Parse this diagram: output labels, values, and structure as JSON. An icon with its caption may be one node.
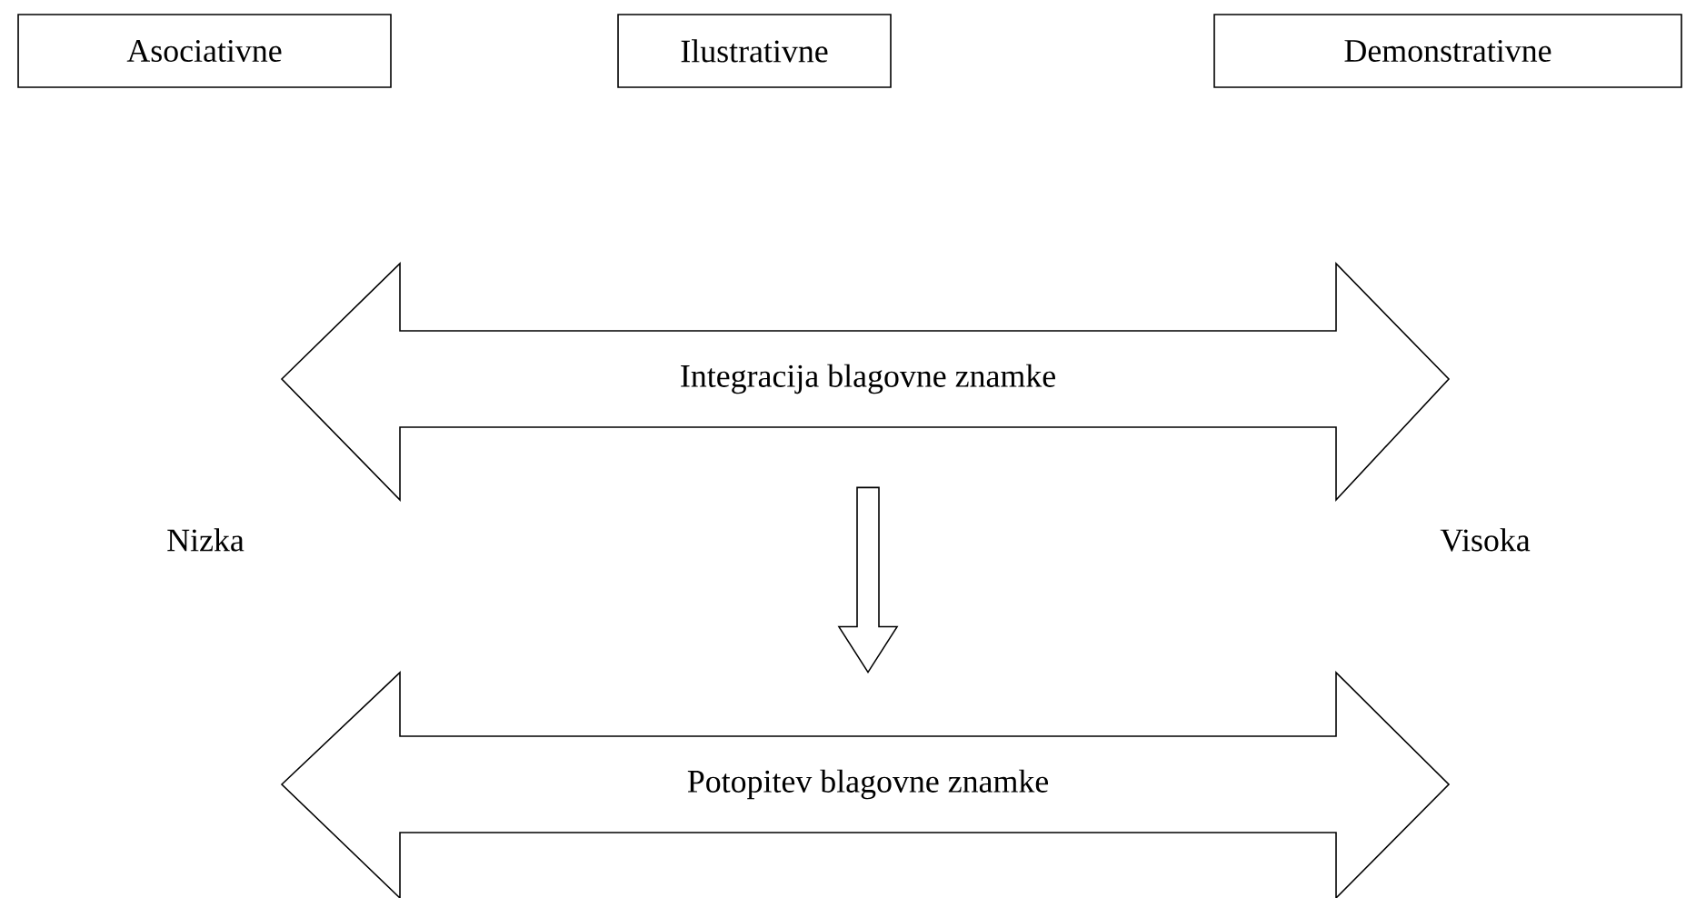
{
  "diagram": {
    "nodes": [
      {
        "text": [
          "Asociativne"
        ]
      },
      {
        "text": [
          "Ilustrativne"
        ]
      },
      {
        "text": [
          "Demonstrativne"
        ]
      },
      {
        "text": [
          "Integracija blagovne znamke"
        ]
      },
      {
        "text": [
          "Potopitev blagovne znamke"
        ]
      }
    ],
    "edges": [
      {
        "from": 3,
        "to": 4,
        "arrow": "to"
      }
    ],
    "labels": [
      "Nizka",
      "Visoka"
    ]
  }
}
